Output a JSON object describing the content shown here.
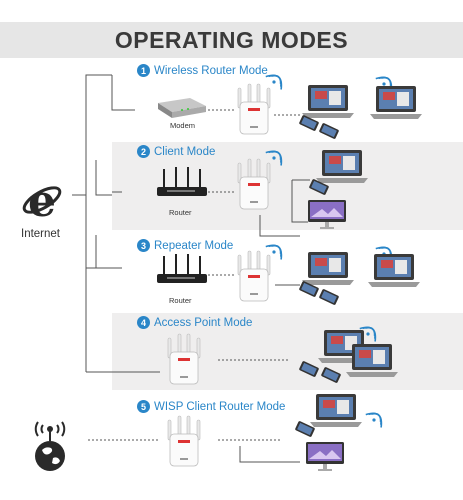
{
  "header": {
    "title": "OPERATING MODES"
  },
  "internet": {
    "label": "Internet",
    "icon": "ie-logo-icon"
  },
  "wisp_source": {
    "icon": "globe-antenna-icon"
  },
  "modes": [
    {
      "number": "1",
      "label": "Wireless Router Mode",
      "source": "Modem"
    },
    {
      "number": "2",
      "label": "Client Mode",
      "source": "Router"
    },
    {
      "number": "3",
      "label": "Repeater Mode",
      "source": "Router"
    },
    {
      "number": "4",
      "label": "Access Point Mode"
    },
    {
      "number": "5",
      "label": "WISP Client Router Mode"
    }
  ],
  "colors": {
    "accent": "#2a86c8",
    "band": "#efeeee",
    "header": "#e6e6e6"
  }
}
